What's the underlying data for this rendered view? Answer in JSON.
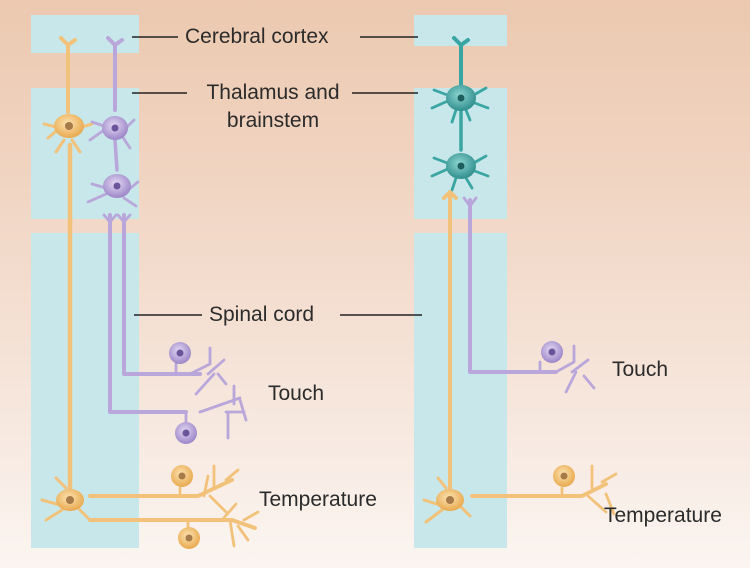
{
  "labels": {
    "cerebral_cortex": "Cerebral cortex",
    "thalamus_line1": "Thalamus and",
    "thalamus_line2": "brainstem",
    "spinal_cord": "Spinal cord",
    "touch_left": "Touch",
    "temperature_left": "Temperature",
    "touch_right": "Touch",
    "temperature_right": "Temperature"
  },
  "colors": {
    "region_band": "#c7e7ea",
    "temperature_pathway": "#f2c27a",
    "touch_pathway": "#b9a6da",
    "right_brain_neuron": "#3aa6a4",
    "leader_line": "#222222"
  }
}
